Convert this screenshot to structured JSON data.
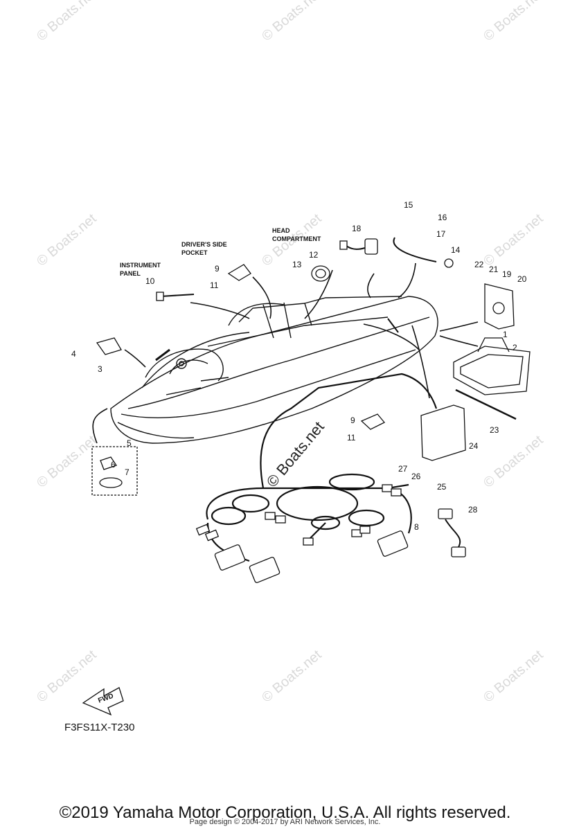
{
  "diagram": {
    "part_numbers": [
      "1",
      "2",
      "3",
      "4",
      "5",
      "6",
      "7",
      "8",
      "9",
      "10",
      "11",
      "12",
      "13",
      "14",
      "15",
      "16",
      "17",
      "18",
      "19",
      "20",
      "21",
      "22",
      "23",
      "24",
      "25",
      "26",
      "27",
      "28",
      "9",
      "11"
    ],
    "captions": {
      "instrument_panel_1": "INSTRUMENT",
      "instrument_panel_2": "PANEL",
      "drivers_side_1": "DRIVER'S SIDE",
      "drivers_side_2": "POCKET",
      "head_comp_1": "HEAD",
      "head_comp_2": "COMPARTMENT"
    },
    "fwd_label": "FWD",
    "diagram_code": "F3FS11X-T230"
  },
  "watermark": {
    "text": "© Boats.net",
    "center_text": "© Boats.net"
  },
  "footer": {
    "copyright": "©2019 Yamaha Motor Corporation, U.S.A. All rights reserved.",
    "page_design": "Page design © 2004-2017 by ARI Network Services, Inc."
  },
  "colors": {
    "ink": "#111111",
    "watermark": "#d9d9d9"
  }
}
